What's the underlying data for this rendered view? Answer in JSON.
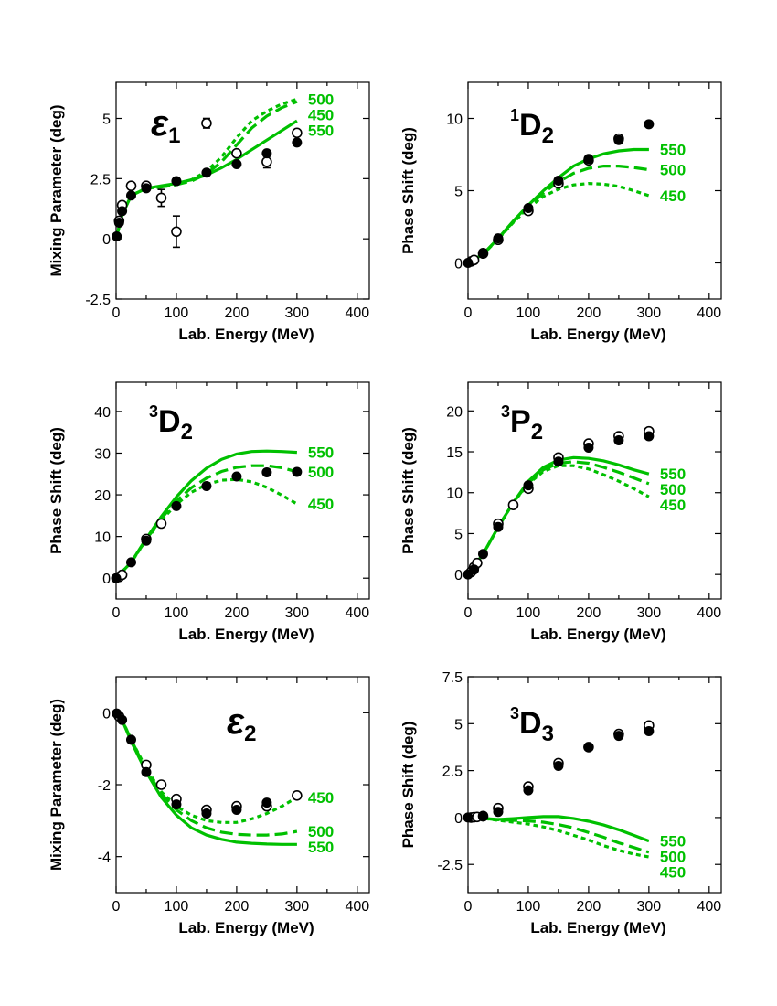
{
  "colors": {
    "model": "#00c000",
    "axes": "#000000",
    "background": "#ffffff"
  },
  "chart_data": [
    {
      "type": "line",
      "title": "ε1",
      "xlabel": "Lab. Energy (MeV)",
      "ylabel": "Mixing Parameter (deg)",
      "xlim": [
        0,
        420
      ],
      "ylim": [
        -2.5,
        6.5
      ],
      "xticks": [
        0,
        100,
        200,
        300,
        400
      ],
      "yticks": [
        -2.5,
        0,
        2.5,
        5
      ],
      "ytick_labels": [
        "-2.5",
        "0",
        "2.5",
        "5"
      ],
      "series": [
        {
          "name": "500",
          "style": "dotted",
          "x": [
            0,
            10,
            25,
            50,
            75,
            100,
            125,
            150,
            175,
            200,
            225,
            250,
            275,
            300
          ],
          "y": [
            0,
            1.0,
            1.8,
            2.1,
            2.15,
            2.25,
            2.45,
            2.8,
            3.4,
            4.2,
            4.9,
            5.3,
            5.6,
            5.8
          ]
        },
        {
          "name": "450",
          "style": "dashed",
          "x": [
            0,
            10,
            25,
            50,
            75,
            100,
            125,
            150,
            175,
            200,
            225,
            250,
            275,
            300
          ],
          "y": [
            0,
            1.0,
            1.8,
            2.1,
            2.15,
            2.25,
            2.4,
            2.7,
            3.2,
            3.9,
            4.6,
            5.1,
            5.45,
            5.7
          ]
        },
        {
          "name": "550",
          "style": "solid",
          "x": [
            0,
            10,
            25,
            50,
            75,
            100,
            125,
            150,
            175,
            200,
            225,
            250,
            275,
            300
          ],
          "y": [
            0,
            1.0,
            1.8,
            2.1,
            2.2,
            2.3,
            2.45,
            2.65,
            2.95,
            3.3,
            3.7,
            4.1,
            4.5,
            4.9
          ]
        }
      ],
      "points_filled": {
        "x": [
          1,
          5,
          10,
          25,
          50,
          100,
          150,
          200,
          250,
          300
        ],
        "y": [
          0.1,
          0.67,
          1.15,
          1.8,
          2.1,
          2.4,
          2.75,
          3.1,
          3.55,
          4.0
        ]
      },
      "points_open": {
        "x": [
          5,
          10,
          25,
          50,
          75,
          100,
          150,
          200,
          250,
          300
        ],
        "y": [
          0.75,
          1.4,
          2.2,
          2.2,
          1.7,
          0.3,
          4.8,
          3.55,
          3.2,
          4.4
        ],
        "err": [
          0,
          0,
          0,
          0,
          0.35,
          0.65,
          0.2,
          0,
          0.25,
          0
        ]
      },
      "labels": [
        "500",
        "450",
        "550"
      ]
    },
    {
      "type": "line",
      "title": "1D2",
      "xlabel": "Lab. Energy (MeV)",
      "ylabel": "Phase Shift (deg)",
      "xlim": [
        0,
        420
      ],
      "ylim": [
        -2.5,
        12.5
      ],
      "xticks": [
        0,
        100,
        200,
        300,
        400
      ],
      "yticks": [
        0,
        5,
        10
      ],
      "ytick_labels": [
        "0",
        "5",
        "10"
      ],
      "series": [
        {
          "name": "550",
          "style": "solid",
          "x": [
            0,
            25,
            50,
            75,
            100,
            125,
            150,
            175,
            200,
            225,
            250,
            275,
            300
          ],
          "y": [
            0,
            0.6,
            1.7,
            2.9,
            4.0,
            5.0,
            5.9,
            6.7,
            7.2,
            7.55,
            7.75,
            7.85,
            7.85
          ]
        },
        {
          "name": "500",
          "style": "dashed",
          "x": [
            0,
            25,
            50,
            75,
            100,
            125,
            150,
            175,
            200,
            225,
            250,
            275,
            300
          ],
          "y": [
            0,
            0.6,
            1.7,
            2.85,
            3.9,
            4.85,
            5.6,
            6.2,
            6.55,
            6.7,
            6.7,
            6.6,
            6.45
          ]
        },
        {
          "name": "450",
          "style": "dotted",
          "x": [
            0,
            25,
            50,
            75,
            100,
            125,
            150,
            175,
            200,
            225,
            250,
            275,
            300
          ],
          "y": [
            0,
            0.6,
            1.65,
            2.8,
            3.8,
            4.6,
            5.1,
            5.4,
            5.5,
            5.45,
            5.3,
            5.0,
            4.65
          ]
        }
      ],
      "points_filled": {
        "x": [
          0,
          25,
          50,
          100,
          150,
          200,
          250,
          300
        ],
        "y": [
          0,
          0.7,
          1.7,
          3.8,
          5.7,
          7.2,
          8.5,
          9.6
        ]
      },
      "points_open": {
        "x": [
          5,
          10,
          25,
          50,
          100,
          150,
          200,
          250
        ],
        "y": [
          0.1,
          0.2,
          0.65,
          1.6,
          3.6,
          5.5,
          7.1,
          8.6
        ],
        "err": [
          0,
          0,
          0,
          0,
          0,
          0,
          0,
          0
        ]
      },
      "labels": [
        "550",
        "500",
        "450"
      ]
    },
    {
      "type": "line",
      "title": "3D2",
      "xlabel": "Lab. Energy (MeV)",
      "ylabel": "Phase Shift (deg)",
      "xlim": [
        0,
        420
      ],
      "ylim": [
        -5,
        47
      ],
      "xticks": [
        0,
        100,
        200,
        300,
        400
      ],
      "yticks": [
        0,
        10,
        20,
        30,
        40
      ],
      "ytick_labels": [
        "0",
        "10",
        "20",
        "30",
        "40"
      ],
      "series": [
        {
          "name": "550",
          "style": "solid",
          "x": [
            0,
            25,
            50,
            75,
            100,
            125,
            150,
            175,
            200,
            225,
            250,
            275,
            300
          ],
          "y": [
            0,
            3.8,
            9.5,
            14.8,
            19.5,
            23.4,
            26.4,
            28.5,
            29.8,
            30.4,
            30.5,
            30.4,
            30.2
          ]
        },
        {
          "name": "500",
          "style": "dashed",
          "x": [
            0,
            25,
            50,
            75,
            100,
            125,
            150,
            175,
            200,
            225,
            250,
            275,
            300
          ],
          "y": [
            0,
            3.8,
            9.3,
            14.3,
            18.5,
            21.7,
            24.0,
            25.6,
            26.6,
            27.0,
            27.0,
            26.5,
            25.5
          ]
        },
        {
          "name": "450",
          "style": "dotted",
          "x": [
            0,
            25,
            50,
            75,
            100,
            125,
            150,
            175,
            200,
            225,
            250,
            275,
            300
          ],
          "y": [
            0,
            3.8,
            9.2,
            13.9,
            17.7,
            20.6,
            22.5,
            23.5,
            23.7,
            23.1,
            21.8,
            19.9,
            17.8
          ]
        }
      ],
      "points_filled": {
        "x": [
          0,
          25,
          50,
          100,
          150,
          200,
          250,
          300
        ],
        "y": [
          0,
          3.8,
          9.0,
          17.3,
          22.1,
          24.4,
          25.4,
          25.5
        ]
      },
      "points_open": {
        "x": [
          5,
          10,
          50,
          75
        ],
        "y": [
          0.3,
          0.8,
          9.4,
          13.1
        ],
        "err": [
          0,
          0,
          0,
          0
        ]
      },
      "labels": [
        "550",
        "500",
        "450"
      ]
    },
    {
      "type": "line",
      "title": "3P2",
      "xlabel": "Lab. Energy (MeV)",
      "ylabel": "Phase Shift (deg)",
      "xlim": [
        0,
        420
      ],
      "ylim": [
        -3,
        23.5
      ],
      "xticks": [
        0,
        100,
        200,
        300,
        400
      ],
      "yticks": [
        0,
        5,
        10,
        15,
        20
      ],
      "ytick_labels": [
        "0",
        "5",
        "10",
        "15",
        "20"
      ],
      "series": [
        {
          "name": "550",
          "style": "solid",
          "x": [
            0,
            10,
            25,
            50,
            75,
            100,
            125,
            150,
            175,
            200,
            225,
            250,
            275,
            300
          ],
          "y": [
            0,
            1.0,
            2.5,
            5.8,
            8.8,
            11.4,
            13.1,
            14.0,
            14.3,
            14.2,
            13.9,
            13.4,
            12.8,
            12.3
          ]
        },
        {
          "name": "500",
          "style": "dashed",
          "x": [
            0,
            10,
            25,
            50,
            75,
            100,
            125,
            150,
            175,
            200,
            225,
            250,
            275,
            300
          ],
          "y": [
            0,
            1.0,
            2.5,
            5.8,
            8.8,
            11.2,
            12.8,
            13.6,
            13.8,
            13.6,
            13.1,
            12.5,
            11.8,
            11.1
          ]
        },
        {
          "name": "450",
          "style": "dotted",
          "x": [
            0,
            10,
            25,
            50,
            75,
            100,
            125,
            150,
            175,
            200,
            225,
            250,
            275,
            300
          ],
          "y": [
            0,
            1.0,
            2.5,
            5.8,
            8.8,
            11.1,
            12.6,
            13.3,
            13.3,
            12.9,
            12.2,
            11.4,
            10.5,
            9.5
          ]
        }
      ],
      "points_filled": {
        "x": [
          0,
          10,
          25,
          50,
          100,
          150,
          200,
          250,
          300
        ],
        "y": [
          0,
          0.6,
          2.5,
          5.8,
          10.9,
          13.8,
          15.5,
          16.4,
          16.9
        ]
      },
      "points_open": {
        "x": [
          5,
          10,
          15,
          50,
          75,
          100,
          150,
          200,
          250,
          300
        ],
        "y": [
          0.3,
          0.9,
          1.4,
          6.2,
          8.5,
          10.5,
          14.3,
          16.0,
          16.9,
          17.5
        ],
        "err": [
          0,
          0,
          0,
          0,
          0,
          0,
          0,
          0,
          0,
          0
        ]
      },
      "labels": [
        "550",
        "500",
        "450"
      ]
    },
    {
      "type": "line",
      "title": "ε2",
      "xlabel": "Lab. Energy (MeV)",
      "ylabel": "Mixing Parameter (deg)",
      "xlim": [
        0,
        420
      ],
      "ylim": [
        -5,
        1
      ],
      "xticks": [
        0,
        100,
        200,
        300,
        400
      ],
      "yticks": [
        0,
        -2,
        -4
      ],
      "ytick_labels": [
        "0",
        "-2",
        "-4"
      ],
      "series": [
        {
          "name": "450",
          "style": "dotted",
          "x": [
            0,
            10,
            25,
            50,
            75,
            100,
            125,
            150,
            175,
            200,
            225,
            250,
            275,
            300
          ],
          "y": [
            0,
            -0.2,
            -0.75,
            -1.55,
            -2.2,
            -2.6,
            -2.85,
            -3.0,
            -3.05,
            -3.05,
            -2.95,
            -2.8,
            -2.6,
            -2.35
          ]
        },
        {
          "name": "500",
          "style": "dashed",
          "x": [
            0,
            10,
            25,
            50,
            75,
            100,
            125,
            150,
            175,
            200,
            225,
            250,
            275,
            300
          ],
          "y": [
            0,
            -0.2,
            -0.75,
            -1.6,
            -2.25,
            -2.7,
            -3.0,
            -3.2,
            -3.32,
            -3.38,
            -3.4,
            -3.4,
            -3.37,
            -3.3
          ]
        },
        {
          "name": "550",
          "style": "solid",
          "x": [
            0,
            10,
            25,
            50,
            75,
            100,
            125,
            150,
            175,
            200,
            225,
            250,
            275,
            300
          ],
          "y": [
            0,
            -0.2,
            -0.8,
            -1.65,
            -2.35,
            -2.85,
            -3.2,
            -3.4,
            -3.52,
            -3.6,
            -3.63,
            -3.65,
            -3.66,
            -3.66
          ]
        }
      ],
      "points_filled": {
        "x": [
          1,
          10,
          25,
          50,
          100,
          150,
          200,
          250
        ],
        "y": [
          -0.02,
          -0.2,
          -0.75,
          -1.65,
          -2.55,
          -2.8,
          -2.7,
          -2.5
        ]
      },
      "points_open": {
        "x": [
          5,
          50,
          75,
          100,
          150,
          200,
          250,
          300
        ],
        "y": [
          -0.1,
          -1.45,
          -2.0,
          -2.4,
          -2.7,
          -2.6,
          -2.6,
          -2.3
        ],
        "err": [
          0,
          0,
          0,
          0,
          0,
          0,
          0,
          0
        ]
      },
      "labels": [
        "450",
        "500",
        "550"
      ]
    },
    {
      "type": "line",
      "title": "3D3",
      "xlabel": "Lab. Energy (MeV)",
      "ylabel": "Phase Shift (deg)",
      "xlim": [
        0,
        420
      ],
      "ylim": [
        -4,
        7.5
      ],
      "xticks": [
        0,
        100,
        200,
        300,
        400
      ],
      "yticks": [
        -2.5,
        0,
        2.5,
        5,
        7.5
      ],
      "ytick_labels": [
        "-2.5",
        "0",
        "2.5",
        "5",
        "7.5"
      ],
      "series": [
        {
          "name": "550",
          "style": "solid",
          "x": [
            0,
            25,
            50,
            75,
            100,
            125,
            150,
            175,
            200,
            225,
            250,
            275,
            300
          ],
          "y": [
            0,
            -0.05,
            -0.1,
            -0.06,
            0.0,
            0.05,
            0.05,
            -0.05,
            -0.2,
            -0.4,
            -0.65,
            -0.95,
            -1.25
          ]
        },
        {
          "name": "500",
          "style": "dashed",
          "x": [
            0,
            25,
            50,
            75,
            100,
            125,
            150,
            175,
            200,
            225,
            250,
            275,
            300
          ],
          "y": [
            0,
            -0.05,
            -0.12,
            -0.15,
            -0.18,
            -0.25,
            -0.38,
            -0.55,
            -0.8,
            -1.05,
            -1.35,
            -1.6,
            -1.85
          ]
        },
        {
          "name": "450",
          "style": "dotted",
          "x": [
            0,
            25,
            50,
            75,
            100,
            125,
            150,
            175,
            200,
            225,
            250,
            275,
            300
          ],
          "y": [
            0,
            -0.05,
            -0.15,
            -0.25,
            -0.35,
            -0.5,
            -0.7,
            -0.95,
            -1.2,
            -1.5,
            -1.75,
            -1.95,
            -2.1
          ]
        }
      ],
      "points_filled": {
        "x": [
          0,
          25,
          50,
          100,
          150,
          200,
          250,
          300
        ],
        "y": [
          0,
          0.05,
          0.3,
          1.45,
          2.75,
          3.75,
          4.35,
          4.6
        ]
      },
      "points_open": {
        "x": [
          5,
          10,
          15,
          25,
          50,
          100,
          150,
          200,
          250,
          300
        ],
        "y": [
          0.0,
          0.02,
          0.03,
          0.08,
          0.5,
          1.65,
          2.9,
          3.75,
          4.45,
          4.9
        ],
        "err": [
          0,
          0,
          0,
          0,
          0,
          0,
          0,
          0,
          0,
          0
        ]
      },
      "labels": [
        "550",
        "500",
        "450"
      ]
    }
  ]
}
